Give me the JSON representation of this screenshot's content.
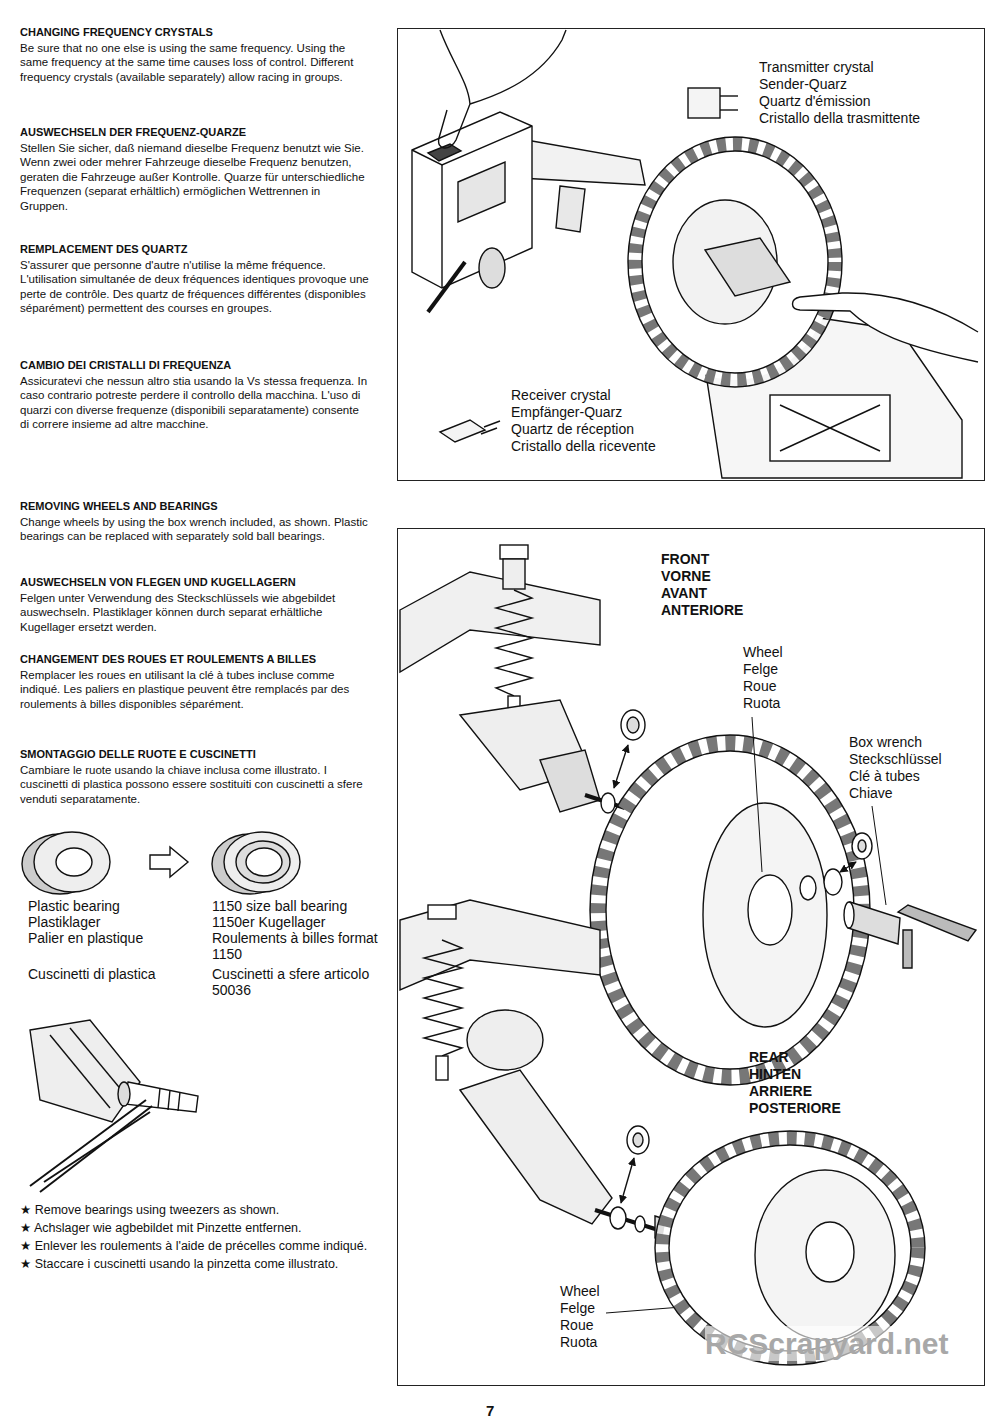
{
  "diagram": {
    "nodes": [
      {
        "text": [
          "Transmitter crystal",
          "Sender-Quarz",
          "Quartz d'émission",
          "Cristallo della trasmittente",
          "Receiver crystal",
          "Empfänger-Quarz",
          "Quartz de réception",
          "Cristallo della ricevente"
        ]
      },
      {
        "text": [
          "FRONT",
          "VORNE",
          "AVANT",
          "ANTERIORE",
          "Wheel",
          "Felge",
          "Roue",
          "Ruota",
          "Box wrench",
          "Steckschlüssel",
          "Clé à tubes",
          "Chiave",
          "REAR",
          "HINTEN",
          "ARRIERE",
          "POSTERIORE",
          "Wheel",
          "Felge",
          "Roue",
          "Ruota"
        ]
      }
    ],
    "labels": [
      "CHANGING FREQUENCY CRYSTALS",
      "Be sure that no one else is using the same frequency. Using the same frequency at the same time causes loss of control. Different frequency crystals (available separately) allow racing in groups.",
      "AUSWECHSELN DER FREQUENZ-QUARZE",
      "Stellen Sie sicher, daß niemand dieselbe Frequenz benutzt wie Sie. Wenn zwei oder mehrer Fahrzeuge dieselbe Frequenz benutzen, geraten die Fahrzeuge außer Kontrolle. Quarze für unterschiedliche Frequenzen (separat erhältlich) ermöglichen Wettrennen in Gruppen.",
      "REMPLACEMENT DES QUARTZ",
      "S'assurer que personne d'autre n'utilise la même fréquence. L'utilisation simultanée de deux fréquences identiques provoque une perte de contrôle. Des quartz de fréquences différentes (disponibles séparément) permettent des courses en groupes.",
      "CAMBIO DEI CRISTALLI DI FREQUENZA",
      "Assicuratevi che nessun altro stia usando la Vs stessa frequenza. In caso contrario potreste perdere il controllo della macchina. L'uso di quarzi con diverse frequenze (disponibili separatamente) consente di correre insieme ad altre macchine.",
      "REMOVING WHEELS AND BEARINGS",
      "Change wheels by using the box wrench included, as shown. Plastic bearings can be replaced with separately sold ball bearings.",
      "AUSWECHSELN VON FLEGEN UND KUGELLAGERN",
      "Felgen unter Verwendung des Steckschlüssels wie abgebildet auswechseln. Plastiklager können durch separat erhältliche Kugellager ersetzt werden.",
      "CHANGEMENT DES ROUES ET ROULEMENTS A BILLES",
      "Remplacer les roues en utilisant la clé à tubes incluse comme indiqué. Les paliers en plastique peuvent être remplacés par des roulements à billes disponibles séparément.",
      "SMONTAGGIO DELLE RUOTE E CUSCINETTI",
      "Cambiare le ruote usando la chiave inclusa come illustrato. I cuscinetti di plastica possono essere sostituiti con cuscinetti a sfere venduti separatamente.",
      "Plastic bearing",
      "Plastiklager",
      "Palier en plastique",
      "Cuscinetti di plastica",
      "1150 size ball bearing",
      "1150er Kugellager",
      "Roulements à billes format 1150",
      "Cuscinetti a sfere articolo 50036",
      "★ Remove bearings using tweezers as shown.",
      "★ Achslager wie agbebildet mit Pinzette entfernen.",
      "★ Enlever les roulements à l'aide de précelles comme indiqué.",
      "★ Staccare i cuscinetti usando la pinzetta come illustrato.",
      "7",
      "RCScrapyard.net"
    ]
  }
}
